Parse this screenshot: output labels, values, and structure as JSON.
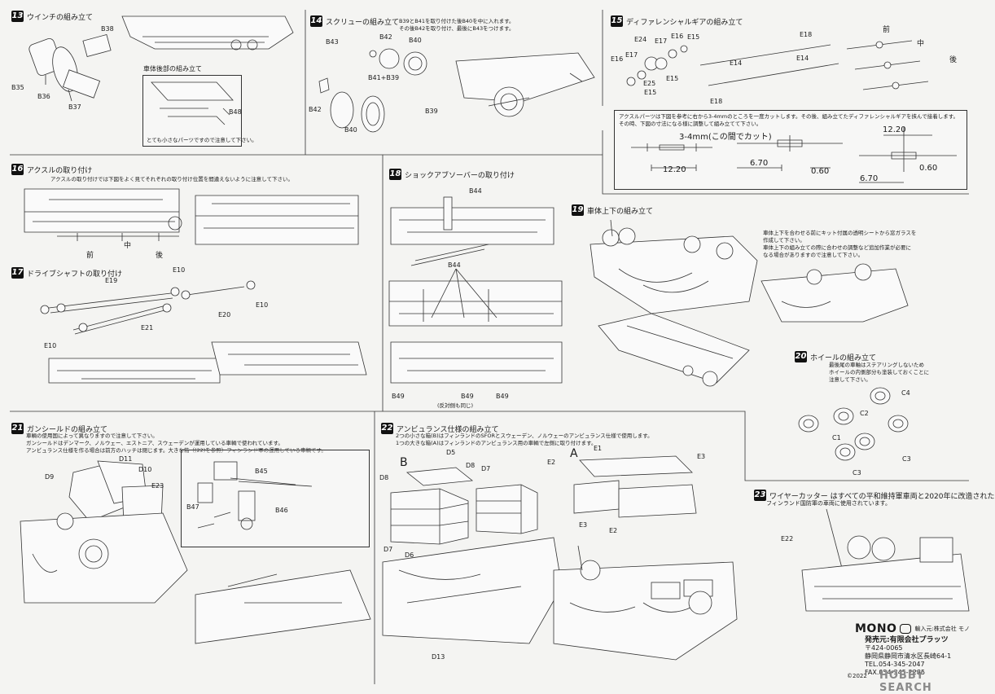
{
  "steps": {
    "s13": {
      "num": "13",
      "title": "ウインチの組み立て"
    },
    "s13b": {
      "title": "車体後部の組み立て",
      "note": "とても小さなパーツですので注意して下さい。"
    },
    "s14": {
      "num": "14",
      "title": "スクリューの組み立て",
      "note1": "B39とB41を取り付けた後B40を中に入れます。",
      "note2": "その後B42を取り付け、最後にB43をつけます。"
    },
    "s15": {
      "num": "15",
      "title": "ディファレンシャルギアの組み立て",
      "front": "前",
      "mid": "中",
      "rear": "後",
      "note1": "アクスルパーツは下図を参考に右から3-4mmのところを一度カットします。その後、組み立てたディファレンシャルギアを挟んで接着します。",
      "note2": "その時、下図の寸法になる様に調整して組み立てて下さい。",
      "cut": "3-4mm(この間でカット)",
      "d1": "12.20",
      "d2": "6.70",
      "d3": "0.60",
      "d4": "12.20",
      "d5": "6.70",
      "d6": "0.60"
    },
    "s16": {
      "num": "16",
      "title": "アクスルの取り付け",
      "note": "アクスルの取り付けでは下図をよく見てそれぞれの取り付け位置を間違えないように注意して下さい。",
      "front": "前",
      "mid": "中",
      "rear": "後"
    },
    "s17": {
      "num": "17",
      "title": "ドライブシャフトの取り付け"
    },
    "s18": {
      "num": "18",
      "title": "ショックアブソーバーの取り付け",
      "opposite": "(反対側も同じ)"
    },
    "s19": {
      "num": "19",
      "title": "車体上下の組み立て",
      "note1": "車体上下を合わせる前にキット付属の透明シートから窓ガラスを",
      "note2": "作成して下さい。",
      "note3": "車体上下の組み立ての際に合わせの調整など追加作業が必要に",
      "note4": "なる場合がありますので注意して下さい。"
    },
    "s20": {
      "num": "20",
      "title": "ホイールの組み立て",
      "note1": "最後尾の車軸はステアリングしないため",
      "note2": "ホイールの内側部分も塗装しておくことに",
      "note3": "注意して下さい。"
    },
    "s21": {
      "num": "21",
      "title": "ガンシールドの組み立て",
      "note1": "車輌の使用国によって異なりますので注意して下さい。",
      "note2": "ガンシールドはデンマーク、ノルウェー、エストニア、スウェーデンが運用している車輌で使われています。",
      "note3": "アンビュランス仕様を作る場合は前方のハッチは閉じます。大きな箱（(22)を参照）フィンランド軍の運用している車輌です。"
    },
    "s22": {
      "num": "22",
      "title": "アンビュランス仕様の組み立て",
      "note1": "2つの小さな箱(B)はフィンランドのSFORとスウェーデン、ノルウェーのアンビュランス仕様で使用します。",
      "note2": "1つの大きな箱(A)はフィンランドのアンビュランス用の車輌で左側に取り付けます。",
      "boxB": "B",
      "boxA": "A"
    },
    "s23": {
      "num": "23",
      "note1": "ワイヤーカッター はすべての平和維持軍車両と2020年に改造された",
      "note2": "フィンランド国防軍の車両に使用されています。"
    }
  },
  "parts": {
    "s13": [
      "B38",
      "B35",
      "B36",
      "B37"
    ],
    "s13b": [
      "B48"
    ],
    "s14": [
      "B43",
      "B42",
      "B40",
      "B41+B39",
      "B42",
      "B39",
      "B40"
    ],
    "s15": [
      "E24",
      "E17",
      "E16",
      "E15",
      "E16",
      "E17",
      "E25",
      "E15",
      "E15",
      "E18",
      "E14",
      "E14",
      "E18"
    ],
    "s17": [
      "E10",
      "E19",
      "E10",
      "E20",
      "E21",
      "E10"
    ],
    "s18": [
      "B44",
      "B44",
      "B49",
      "B49",
      "B49"
    ],
    "s20": [
      "C4",
      "C2",
      "C1",
      "C3",
      "C3"
    ],
    "s21": [
      "D11",
      "D10",
      "D9",
      "E23",
      "B45",
      "B47",
      "B46"
    ],
    "s22": [
      "D5",
      "D8",
      "D7",
      "D8",
      "D7",
      "D6",
      "D13",
      "E1",
      "E2",
      "E3",
      "E3",
      "E2"
    ],
    "s23": [
      "E22"
    ]
  },
  "footer": {
    "brand": "MONO",
    "importer": "輸入元:株式会社 モノ",
    "seller": "発売元:有限会社プラッツ",
    "zip": "〒424-0065",
    "address": "静岡県静岡市清水区長崎64-1",
    "tel": "TEL.054-345-2047",
    "fax": "FAX.054-345-2285",
    "watermark": "HOBBY SEARCH",
    "copyright": "©2022"
  },
  "colors": {
    "ink": "#1a1a1a",
    "paper": "#f4f4f2"
  },
  "icons": {
    "step-number": "black-box-badge",
    "logo": "mono-cloud-icon"
  }
}
